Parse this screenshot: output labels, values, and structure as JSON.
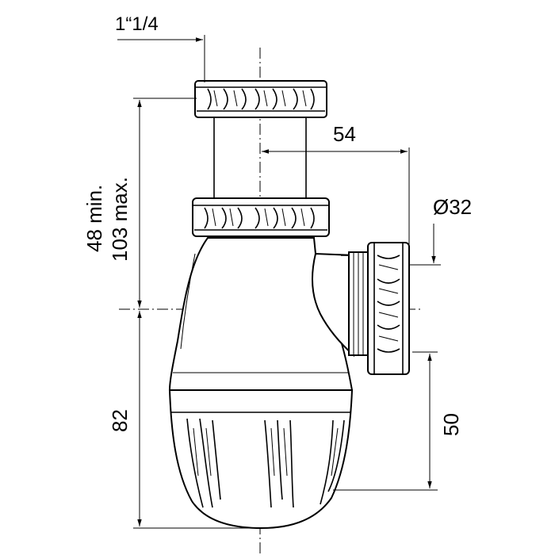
{
  "dimensions": {
    "thread": "1“1/4",
    "offset": "54",
    "outlet_diameter": "Ø32",
    "height_min": "48 min.",
    "height_max": "103 max.",
    "bottom_height": "82",
    "outlet_height": "50"
  }
}
